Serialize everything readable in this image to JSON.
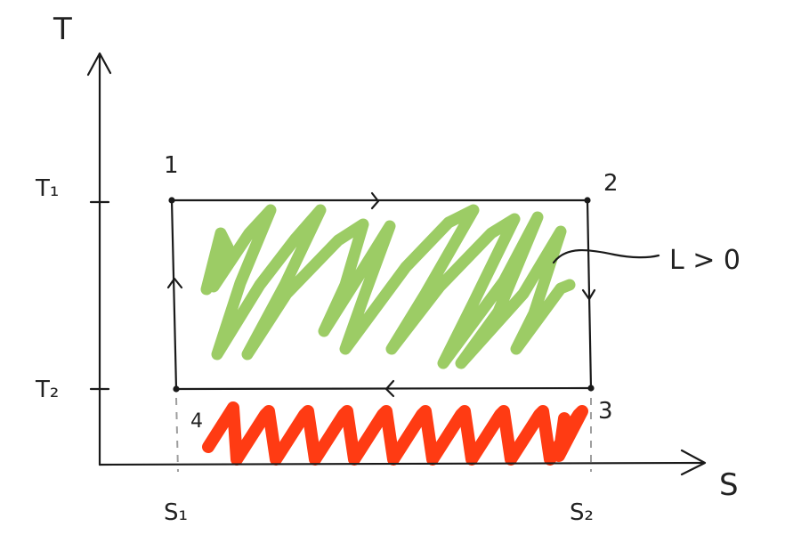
{
  "axes": {
    "y_label": "T",
    "x_label": "S"
  },
  "temperatures": {
    "hot": "T₁",
    "cold": "T₂"
  },
  "entropies": {
    "low": "S₁",
    "high": "S₂"
  },
  "states": [
    "1",
    "2",
    "3",
    "4"
  ],
  "annotation": "L > 0",
  "colors": {
    "ink": "#1a1a1a",
    "work_area": "#9ccc65",
    "lower_area": "#ff3b13",
    "guide": "#9e9e9e"
  }
}
